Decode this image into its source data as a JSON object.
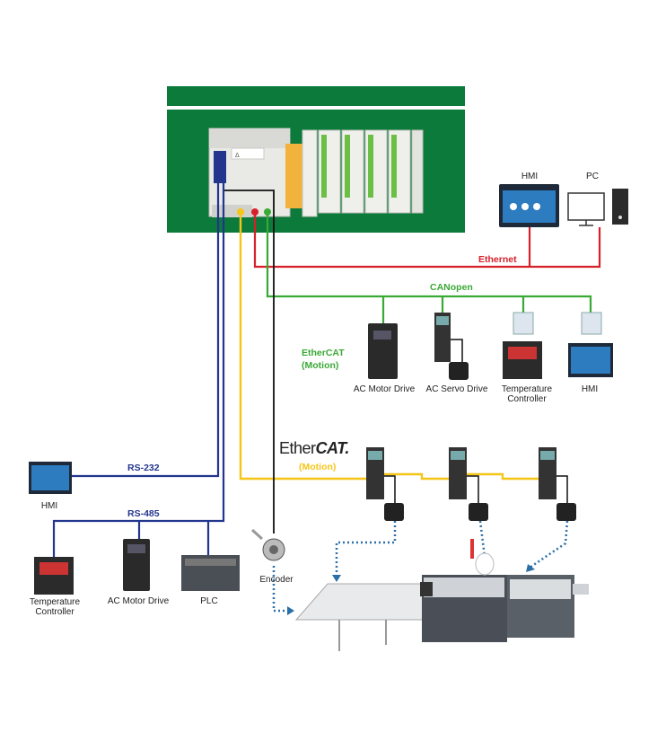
{
  "colors": {
    "green_panel": "#0b7a3a",
    "ethernet": "#d6202a",
    "canopen": "#3aa935",
    "ethercat": "#f5c518",
    "serial": "#23368e",
    "encoder": "#111111",
    "motion_dotted": "#2a6fa8"
  },
  "networks": {
    "ethernet": "Ethernet",
    "canopen": "CANopen",
    "ethercat_motion_1": "EtherCAT\n(Motion)",
    "ethercat_motion_2": "(Motion)",
    "ethercat_logo_a": "Ether",
    "ethercat_logo_b": "CAT.",
    "rs232": "RS-232",
    "rs485": "RS-485"
  },
  "devices": {
    "hmi_top": "HMI",
    "pc": "PC",
    "ac_motor_drive_can": "AC Motor Drive",
    "ac_servo_drive": "AC Servo Drive",
    "temp_ctrl_can": "Temperature\nController",
    "hmi_can": "HMI",
    "hmi_rs232": "HMI",
    "temp_ctrl_485": "Temperature\nController",
    "ac_motor_drive_485": "AC Motor Drive",
    "plc": "PLC",
    "encoder": "Encoder"
  }
}
